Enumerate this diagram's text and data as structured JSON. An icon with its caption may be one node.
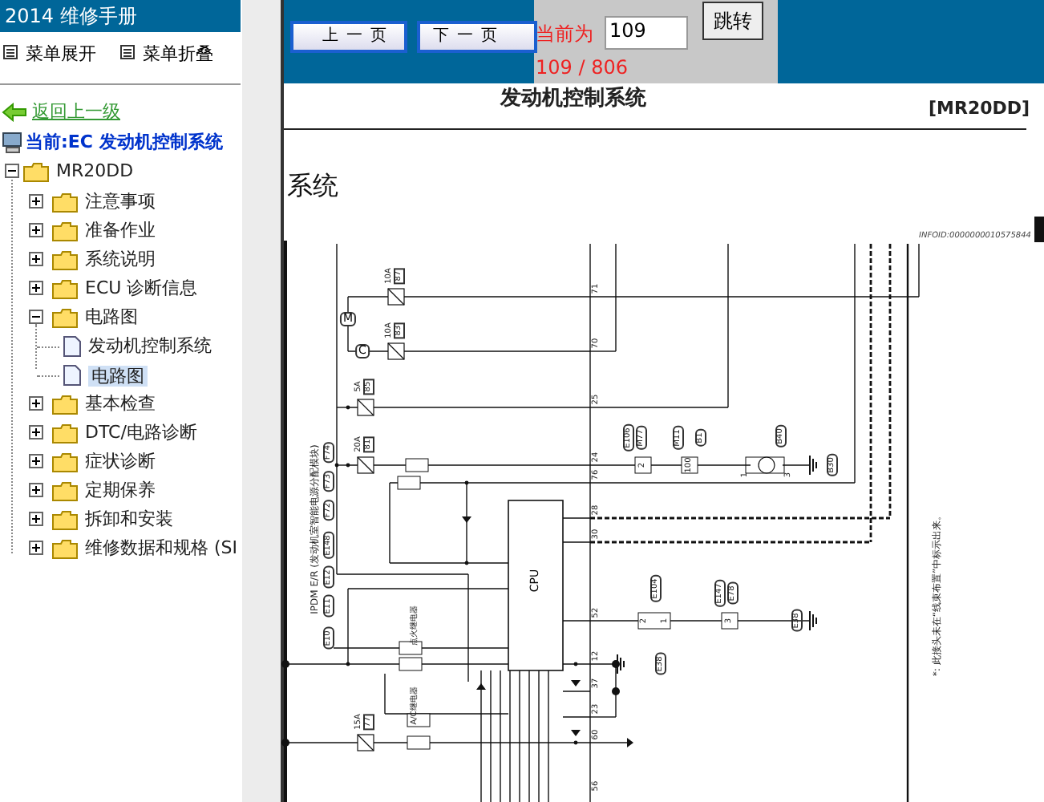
{
  "diagram": {
    "labels": [
      "2014 维修手册",
      "菜单展开",
      "菜单折叠",
      "返回上一级",
      "当前:EC 发动机控制系统",
      "MR20DD",
      "注意事项",
      "准备作业",
      "系统说明",
      "ECU 诊断信息",
      "电路图",
      "发动机控制系统",
      "电路图",
      "基本检查",
      "DTC/电路诊断",
      "症状诊断",
      "定期保养",
      "拆卸和安装",
      "维修数据和规格 (SI",
      "上一页",
      "下一页",
      "当前为",
      "109",
      "跳转",
      "109 / 806",
      "发动机控制系统",
      "[MR20DD]",
      "系统",
      "INFOID:0000000010575844",
      "CPU",
      "IPDM E/R (发动机室智能电源分配模块)",
      "E10",
      "E11",
      "E12",
      "E148",
      "F72",
      "F73",
      "F74",
      "10A",
      "87",
      "10A",
      "83",
      "5A",
      "85",
      "20A",
      "81",
      "15A",
      "77",
      "M",
      "C",
      "71",
      "70",
      "25",
      "24",
      "76",
      "28",
      "30",
      "52",
      "12",
      "37",
      "23",
      "60",
      "56",
      "点火继电器",
      "A/C继电器",
      "E106",
      "M77",
      "2",
      "M11",
      "B1",
      "100",
      "B40",
      "1",
      "3",
      "B30",
      "E104",
      "2",
      "1",
      "E147",
      "E78",
      "3",
      "E38",
      "E38",
      "*: 此接头未在“线束布置”中标示出来。"
    ]
  }
}
